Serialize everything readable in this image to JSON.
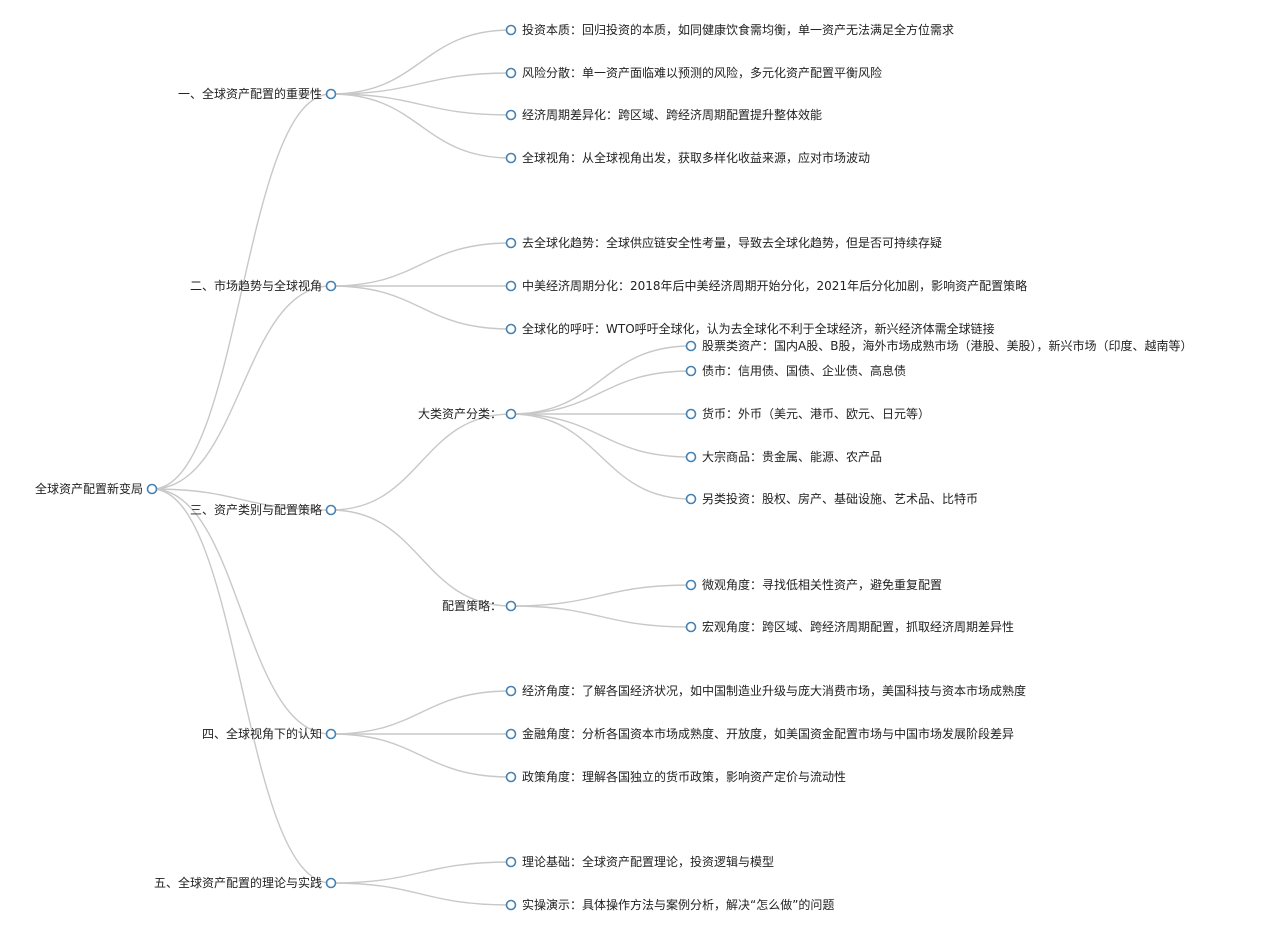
{
  "colors": {
    "link": "#c8c8c8",
    "node_stroke": "#4682b4",
    "node_fill": "#ffffff",
    "text": "#222222"
  },
  "tree": {
    "label": "全球资产配置新变局",
    "children": [
      {
        "label": "一、全球资产配置的重要性",
        "children": [
          {
            "label": "投资本质：回归投资的本质，如同健康饮食需均衡，单一资产无法满足全方位需求"
          },
          {
            "label": "风险分散：单一资产面临难以预测的风险，多元化资产配置平衡风险"
          },
          {
            "label": "经济周期差异化：跨区域、跨经济周期配置提升整体效能"
          },
          {
            "label": "全球视角：从全球视角出发，获取多样化收益来源，应对市场波动"
          }
        ]
      },
      {
        "label": "二、市场趋势与全球视角",
        "children": [
          {
            "label": "去全球化趋势：全球供应链安全性考量，导致去全球化趋势，但是否可持续存疑"
          },
          {
            "label": "中美经济周期分化：2018年后中美经济周期开始分化，2021年后分化加剧，影响资产配置策略"
          },
          {
            "label": "全球化的呼吁：WTO呼吁全球化，认为去全球化不利于全球经济，新兴经济体需全球链接"
          }
        ]
      },
      {
        "label": "三、资产类别与配置策略",
        "children": [
          {
            "label": "大类资产分类：",
            "children": [
              {
                "label": "股票类资产：国内A股、B股，海外市场成熟市场（港股、美股），新兴市场（印度、越南等）"
              },
              {
                "label": "债市：信用债、国债、企业债、高息债"
              },
              {
                "label": "货币：外币（美元、港币、欧元、日元等）"
              },
              {
                "label": "大宗商品：贵金属、能源、农产品"
              },
              {
                "label": "另类投资：股权、房产、基础设施、艺术品、比特币"
              }
            ]
          },
          {
            "label": "配置策略：",
            "children": [
              {
                "label": "微观角度：寻找低相关性资产，避免重复配置"
              },
              {
                "label": "宏观角度：跨区域、跨经济周期配置，抓取经济周期差异性"
              }
            ]
          }
        ]
      },
      {
        "label": "四、全球视角下的认知",
        "children": [
          {
            "label": "经济角度：了解各国经济状况，如中国制造业升级与庞大消费市场，美国科技与资本市场成熟度"
          },
          {
            "label": "金融角度：分析各国资本市场成熟度、开放度，如美国资金配置市场与中国市场发展阶段差异"
          },
          {
            "label": "政策角度：理解各国独立的货币政策，影响资产定价与流动性"
          }
        ]
      },
      {
        "label": "五、全球资产配置的理论与实践",
        "children": [
          {
            "label": "理论基础：全球资产配置理论，投资逻辑与模型"
          },
          {
            "label": "实操演示：具体操作方法与案例分析，解决“怎么做”的问题"
          }
        ]
      }
    ]
  }
}
